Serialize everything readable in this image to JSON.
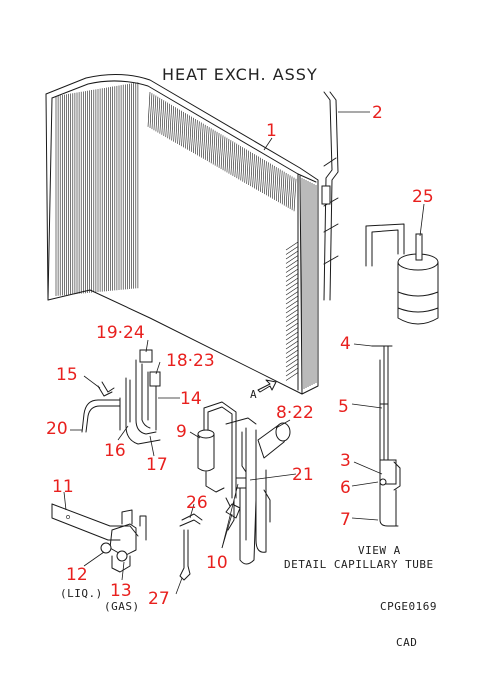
{
  "title": "HEAT EXCH. ASSY",
  "callouts": {
    "c1": "1",
    "c2": "2",
    "c3": "3",
    "c4": "4",
    "c5": "5",
    "c6": "6",
    "c7": "7",
    "c8_22": "8·22",
    "c9": "9",
    "c10": "10",
    "c11": "11",
    "c12": "12",
    "c13": "13",
    "c14": "14",
    "c15": "15",
    "c16": "16",
    "c17": "17",
    "c18_23": "18·23",
    "c19_24": "19·24",
    "c20": "20",
    "c21": "21",
    "c25": "25",
    "c26": "26",
    "c27": "27"
  },
  "labels": {
    "liq": "(LIQ.)",
    "gas": "(GAS)",
    "view_marker": "A",
    "view_a": "VIEW A",
    "detail": "DETAIL CAPILLARY TUBE",
    "drawing_code": "CPGE0169",
    "cad": "CAD"
  }
}
